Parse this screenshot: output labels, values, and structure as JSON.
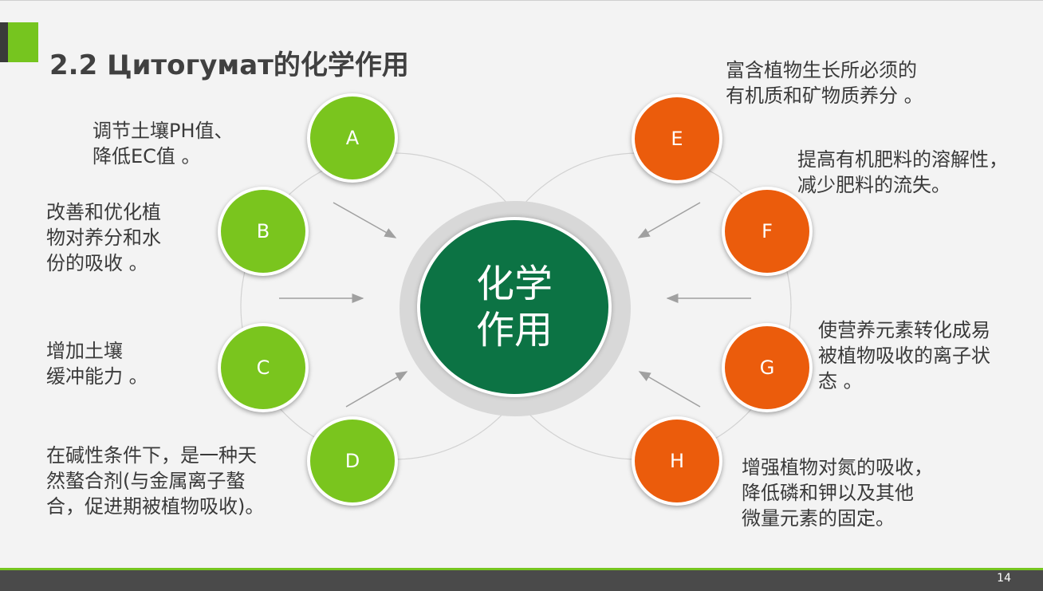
{
  "title": "2.2 Цитогумат的化学作用",
  "center": {
    "line1": "化学",
    "line2": "作用"
  },
  "nodes": [
    {
      "label": "A",
      "text": "调节土壤PH值、\n降低EC值 。"
    },
    {
      "label": "B",
      "text": "改善和优化植\n物对养分和水\n份的吸收 。"
    },
    {
      "label": "C",
      "text": "增加土壤\n缓冲能力 。"
    },
    {
      "label": "D",
      "text": "在碱性条件下，是一种天\n然螯合剂(与金属离子螯\n合，促进期被植物吸收)。"
    },
    {
      "label": "E",
      "text": "富含植物生长所必须的\n有机质和矿物质养分 。"
    },
    {
      "label": "F",
      "text": "提高有机肥料的溶解性，\n减少肥料的流失。"
    },
    {
      "label": "G",
      "text": "使营养元素转化成易\n被植物吸收的离子状\n态 。"
    },
    {
      "label": "H",
      "text": "增强植物对氮的吸收，\n降低磷和钾以及其他\n微量元素的固定。"
    }
  ],
  "colors": {
    "left": "#7ac51e",
    "right": "#eb5c0c",
    "center": "#0c7344",
    "accent": "#76c51f"
  },
  "page_number": "14"
}
